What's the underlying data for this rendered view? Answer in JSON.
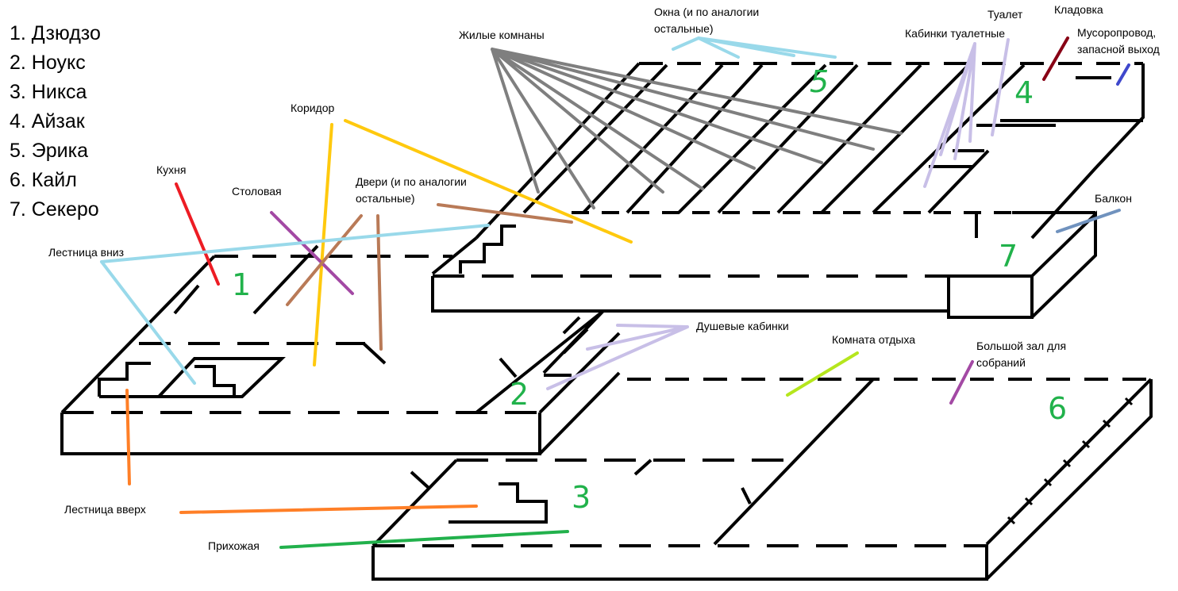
{
  "legend": [
    "1. Дзюдзо",
    "2. Ноукс",
    "3. Никса",
    "4. Айзак",
    "5. Эрика",
    "6. Кайл",
    "7. Секеро"
  ],
  "labels": {
    "windows": "Окна (и по аналогии\nостальные)",
    "living_rooms": "Жилые комнаны",
    "toilet": "Туалет",
    "toilet_cabins": "Кабинки туалетные",
    "storage": "Кладовка",
    "garbage_chute": "Мусоропровод,\nзапасной выход",
    "corridor": "Коридор",
    "kitchen": "Кухня",
    "dining_room": "Столовая",
    "doors": "Двери (и по аналогии\nостальные)",
    "stairs_down": "Лестница  вниз",
    "balcony": "Балкон",
    "shower_cabins": "Душевые кабинки",
    "lounge": "Комната отдыха",
    "big_hall": "Большой зал для\nсобраний",
    "stairs_up": "Лестница вверх",
    "hallway": "Прихожая"
  },
  "room_numbers": [
    "1",
    "2",
    "3",
    "4",
    "5",
    "6",
    "7"
  ],
  "colors": {
    "structure": "#000000",
    "numbers": "#21b24b",
    "windows_leader": "#99d9ea",
    "living_leader": "#7f7f7f",
    "corridor_leader": "#ffc90e",
    "kitchen_leader": "#ed1c24",
    "dining_leader": "#a349a4",
    "doors_leader": "#b97a57",
    "toilet_leader": "#c8bfe7",
    "storage_leader": "#880015",
    "chute_leader": "#3f48cc",
    "balcony_leader": "#7092be",
    "lounge_leader": "#b5e61d",
    "hall_leader": "#a349a4",
    "stairs_up_leader": "#ff7f27",
    "hallway_leader": "#22b14c"
  }
}
